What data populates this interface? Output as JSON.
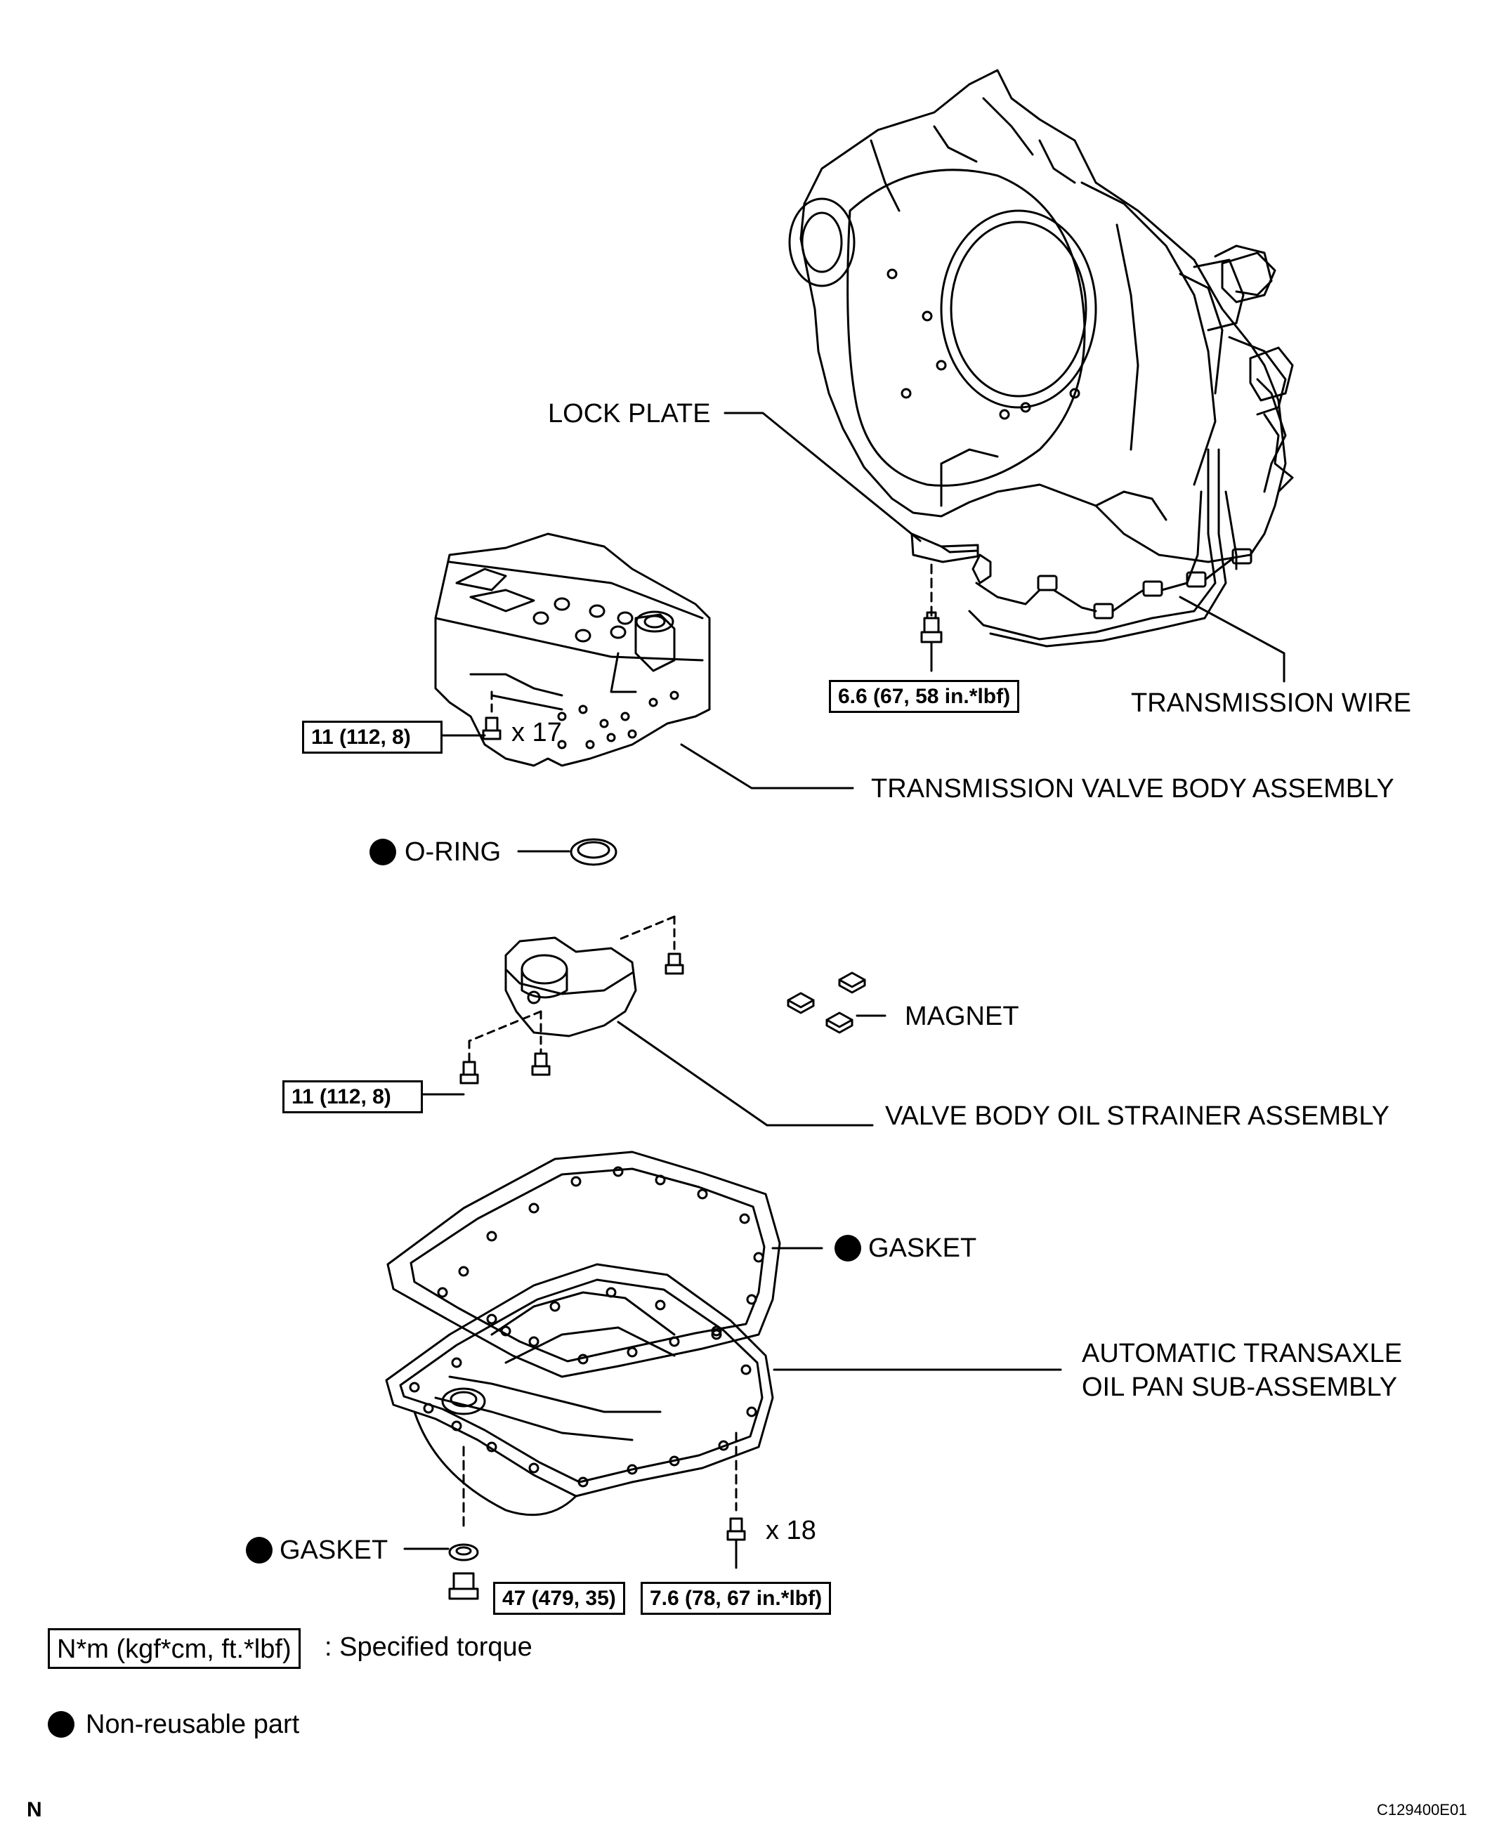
{
  "labels": {
    "lock_plate": "LOCK PLATE",
    "transmission_wire": "TRANSMISSION WIRE",
    "valve_body_assembly": "TRANSMISSION VALVE BODY ASSEMBLY",
    "o_ring": "O-RING",
    "magnet": "MAGNET",
    "oil_strainer": "VALVE BODY OIL STRAINER ASSEMBLY",
    "gasket_pan": "GASKET",
    "oil_pan_line1": "AUTOMATIC TRANSAXLE",
    "oil_pan_line2": "OIL PAN SUB-ASSEMBLY",
    "gasket_drain": "GASKET"
  },
  "torques": {
    "lock_plate_bolt": "6.6 (67, 58 in.*lbf)",
    "valve_body_bolt": "11 (112, 8)",
    "strainer_bolt": "11 (112, 8)",
    "drain_plug": "47 (479, 35)",
    "oil_pan_bolt": "7.6 (78, 67 in.*lbf)"
  },
  "quantities": {
    "valve_body_bolts": "x 17",
    "oil_pan_bolts": "x 18"
  },
  "legend": {
    "torque_unit": "N*m (kgf*cm, ft.*lbf)",
    "torque_desc": ": Specified torque",
    "non_reusable": "Non-reusable part"
  },
  "footer": {
    "orientation_mark": "N",
    "figure_code": "C129400E01"
  },
  "symbols": {
    "non_reusable_icon": "filled-circle"
  }
}
